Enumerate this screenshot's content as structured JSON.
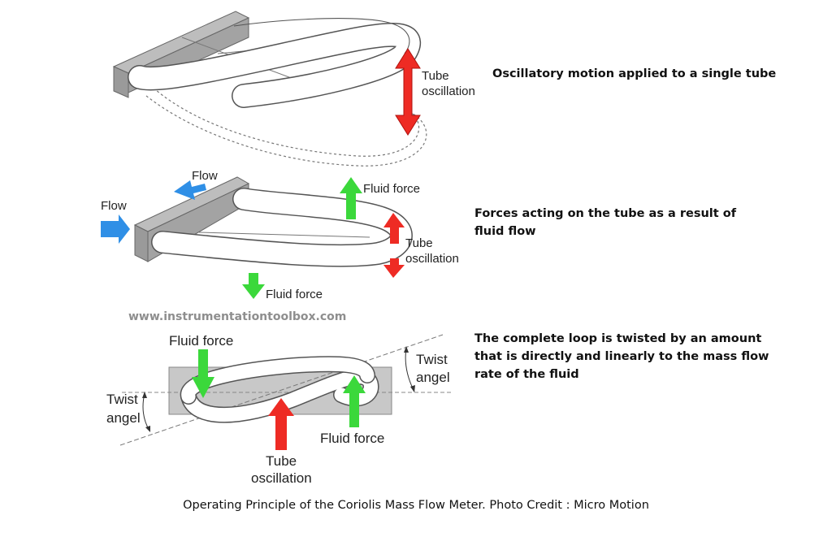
{
  "panel1": {
    "tube_oscillation": [
      "Tube",
      "oscillation"
    ],
    "description": [
      "Oscillatory motion applied to a single tube"
    ]
  },
  "panel2": {
    "flow_left": "Flow",
    "flow_top": "Flow",
    "fluid_force_top": "Fluid force",
    "fluid_force_bottom": "Fluid force",
    "tube_oscillation": [
      "Tube",
      "oscillation"
    ],
    "description": [
      "Forces acting on the tube as a result of",
      "fluid flow"
    ]
  },
  "watermark": "www.instrumentationtoolbox.com",
  "panel3": {
    "fluid_force_left": "Fluid force",
    "fluid_force_right": "Fluid force",
    "tube_oscillation": [
      "Tube",
      "oscillation"
    ],
    "twist_angel_right": [
      "Twist",
      "angel"
    ],
    "twist_angel_left": [
      "Twist",
      "angel"
    ],
    "description": [
      "The complete loop is twisted by an amount",
      "that is directly and linearly to the mass flow",
      "rate of the fluid"
    ]
  },
  "caption": "Operating Principle of the Coriolis Mass Flow Meter. Photo Credit : Micro Motion",
  "colors": {
    "tube_oscillation_arrow": "#ee2b24",
    "fluid_force_arrow": "#3bd83b",
    "flow_arrow": "#2f8fe6",
    "plate": "#c8c8c8"
  }
}
